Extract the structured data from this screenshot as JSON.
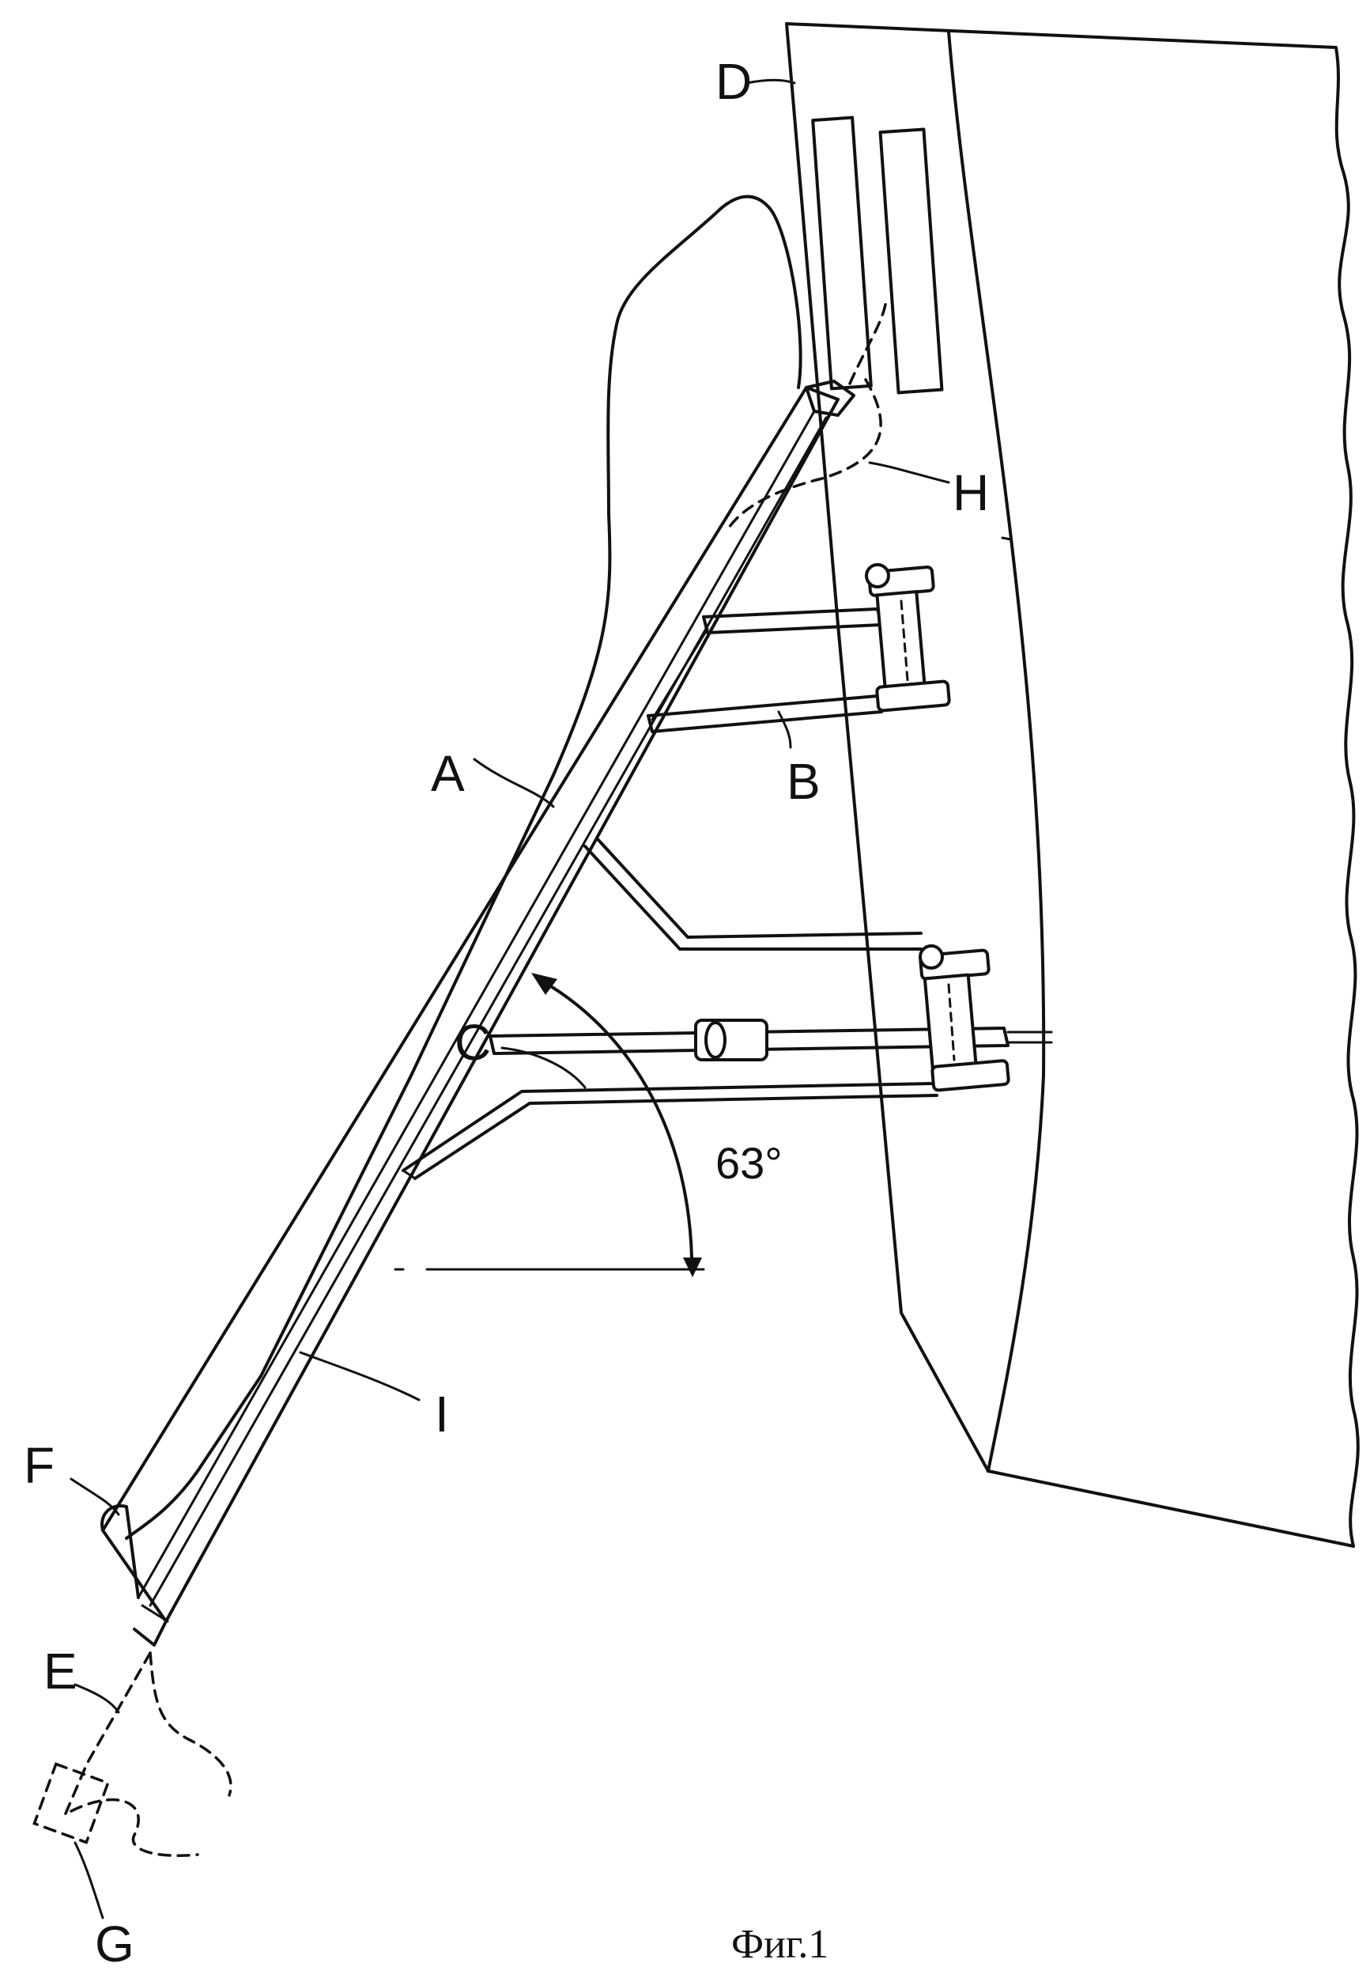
{
  "figure": {
    "caption": "Фиг.1",
    "angle_label": "63°"
  },
  "labels": {
    "A": "A",
    "B": "B",
    "C": "C",
    "D": "D",
    "E": "E",
    "F": "F",
    "G": "G",
    "H": "H",
    "I": "I"
  }
}
